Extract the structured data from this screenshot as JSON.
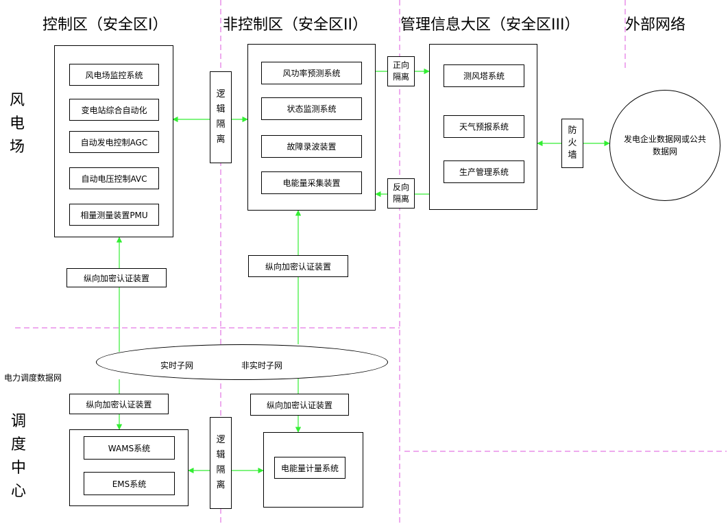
{
  "zones": {
    "zone1": "控制区（安全区I）",
    "zone2": "非控制区（安全区II）",
    "zone3": "管理信息大区（安全区III）",
    "zone4": "外部网络"
  },
  "side_labels": {
    "wind_farm": "风电场",
    "dispatch_center": "调度中心",
    "power_dispatch_network": "电力调度数据网"
  },
  "zone1_systems": [
    "风电场监控系统",
    "变电站综合自动化",
    "自动发电控制AGC",
    "自动电压控制AVC",
    "相量测量装置PMU"
  ],
  "zone2_systems": [
    "风功率预测系统",
    "状态监测系统",
    "故障录波装置",
    "电能量采集装置"
  ],
  "zone3_systems": [
    "测风塔系统",
    "天气预报系统",
    "生产管理系统"
  ],
  "logical_isolation": "逻辑隔离",
  "forward_isolation": "正向隔离",
  "reverse_isolation": "反向隔离",
  "firewall": "防火墙",
  "external_network": "发电企业数据网或公共数据网",
  "auth_device": "纵向加密认证装置",
  "subnets": {
    "realtime": "实时子网",
    "non_realtime": "非实时子网"
  },
  "dispatch_systems": [
    "WAMS系统",
    "EMS系统"
  ],
  "dispatch_energy": "电能量计量系统",
  "colors": {
    "connector": "#33ee33",
    "divider": "#dd55dd",
    "outline": "#000000"
  }
}
